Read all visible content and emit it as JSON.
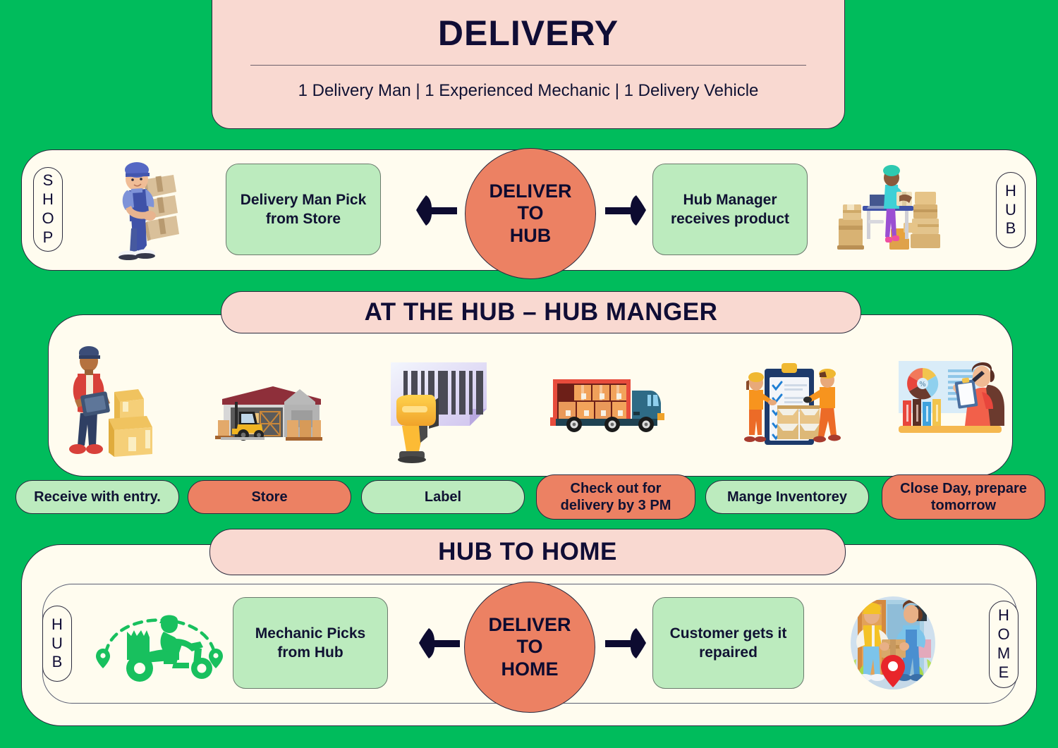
{
  "header": {
    "title": "DELIVERY",
    "subtitle": "1 Delivery Man | 1 Experienced Mechanic | 1 Delivery Vehicle"
  },
  "row_shop_to_hub": {
    "left_endcap": "SHOP",
    "right_endcap": "HUB",
    "left_box": "Delivery Man Pick from Store",
    "right_box": "Hub Manager receives product",
    "center_circle": "DELIVER TO HUB",
    "left_illustration": "delivery-man-carrying-boxes-illustration",
    "right_illustration": "hub-manager-at-desk-with-boxes-illustration",
    "left_arrow": "left-arrow-icon",
    "right_arrow": "right-arrow-icon"
  },
  "hub_section": {
    "title": "AT THE HUB – HUB MANGER",
    "illustrations": [
      "worker-with-clipboard-and-boxes-illustration",
      "warehouse-with-forklift-illustration",
      "barcode-scanner-illustration",
      "loaded-delivery-truck-illustration",
      "inventory-checklist-workers-illustration",
      "analytics-report-desk-illustration"
    ],
    "steps": [
      {
        "label": "Receive with entry.",
        "color": "green"
      },
      {
        "label": "Store",
        "color": "orange"
      },
      {
        "label": "Label",
        "color": "green"
      },
      {
        "label": "Check out for delivery by 3 PM",
        "color": "orange"
      },
      {
        "label": "Mange Inventorey",
        "color": "green"
      },
      {
        "label": "Close Day, prepare tomorrow",
        "color": "orange"
      }
    ]
  },
  "row_hub_to_home": {
    "title": "HUB TO HOME",
    "left_endcap": "HUB",
    "right_endcap": "HOME",
    "left_box": "Mechanic Picks from Hub",
    "right_box": "Customer gets it repaired",
    "center_circle": "DELIVER TO HOME",
    "left_illustration": "green-scooter-delivery-route-icon",
    "right_illustration": "courier-handing-package-to-customer-illustration",
    "left_arrow": "left-arrow-icon",
    "right_arrow": "right-arrow-icon"
  },
  "colors": {
    "background_green": "#00bc5c",
    "card_cream": "#fffcef",
    "pink": "#f9d9d1",
    "light_green": "#bcebbe",
    "orange": "#ec8163",
    "navy_text": "#100d35"
  }
}
